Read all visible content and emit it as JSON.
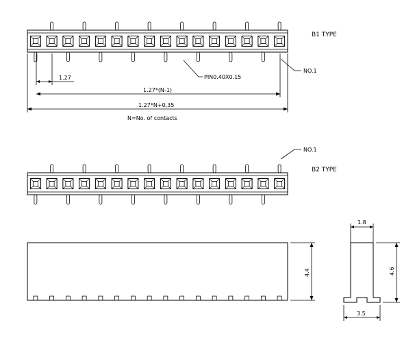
{
  "labels": {
    "b1_type": "B1 TYPE",
    "b2_type": "B2 TYPE",
    "no1_top": "NO.1",
    "no1_b2": "NO.1",
    "pitch": "1.27",
    "pin_size": "PIN0.40X0.15",
    "span": "1.27*(N-1)",
    "overall": "1.27*N+0.35",
    "legend": "N=No. of contacts",
    "height_side": "4.4",
    "width_top_end": "1.8",
    "height_end": "4.6",
    "width_bottom_end": "3.5"
  },
  "contacts": 16
}
